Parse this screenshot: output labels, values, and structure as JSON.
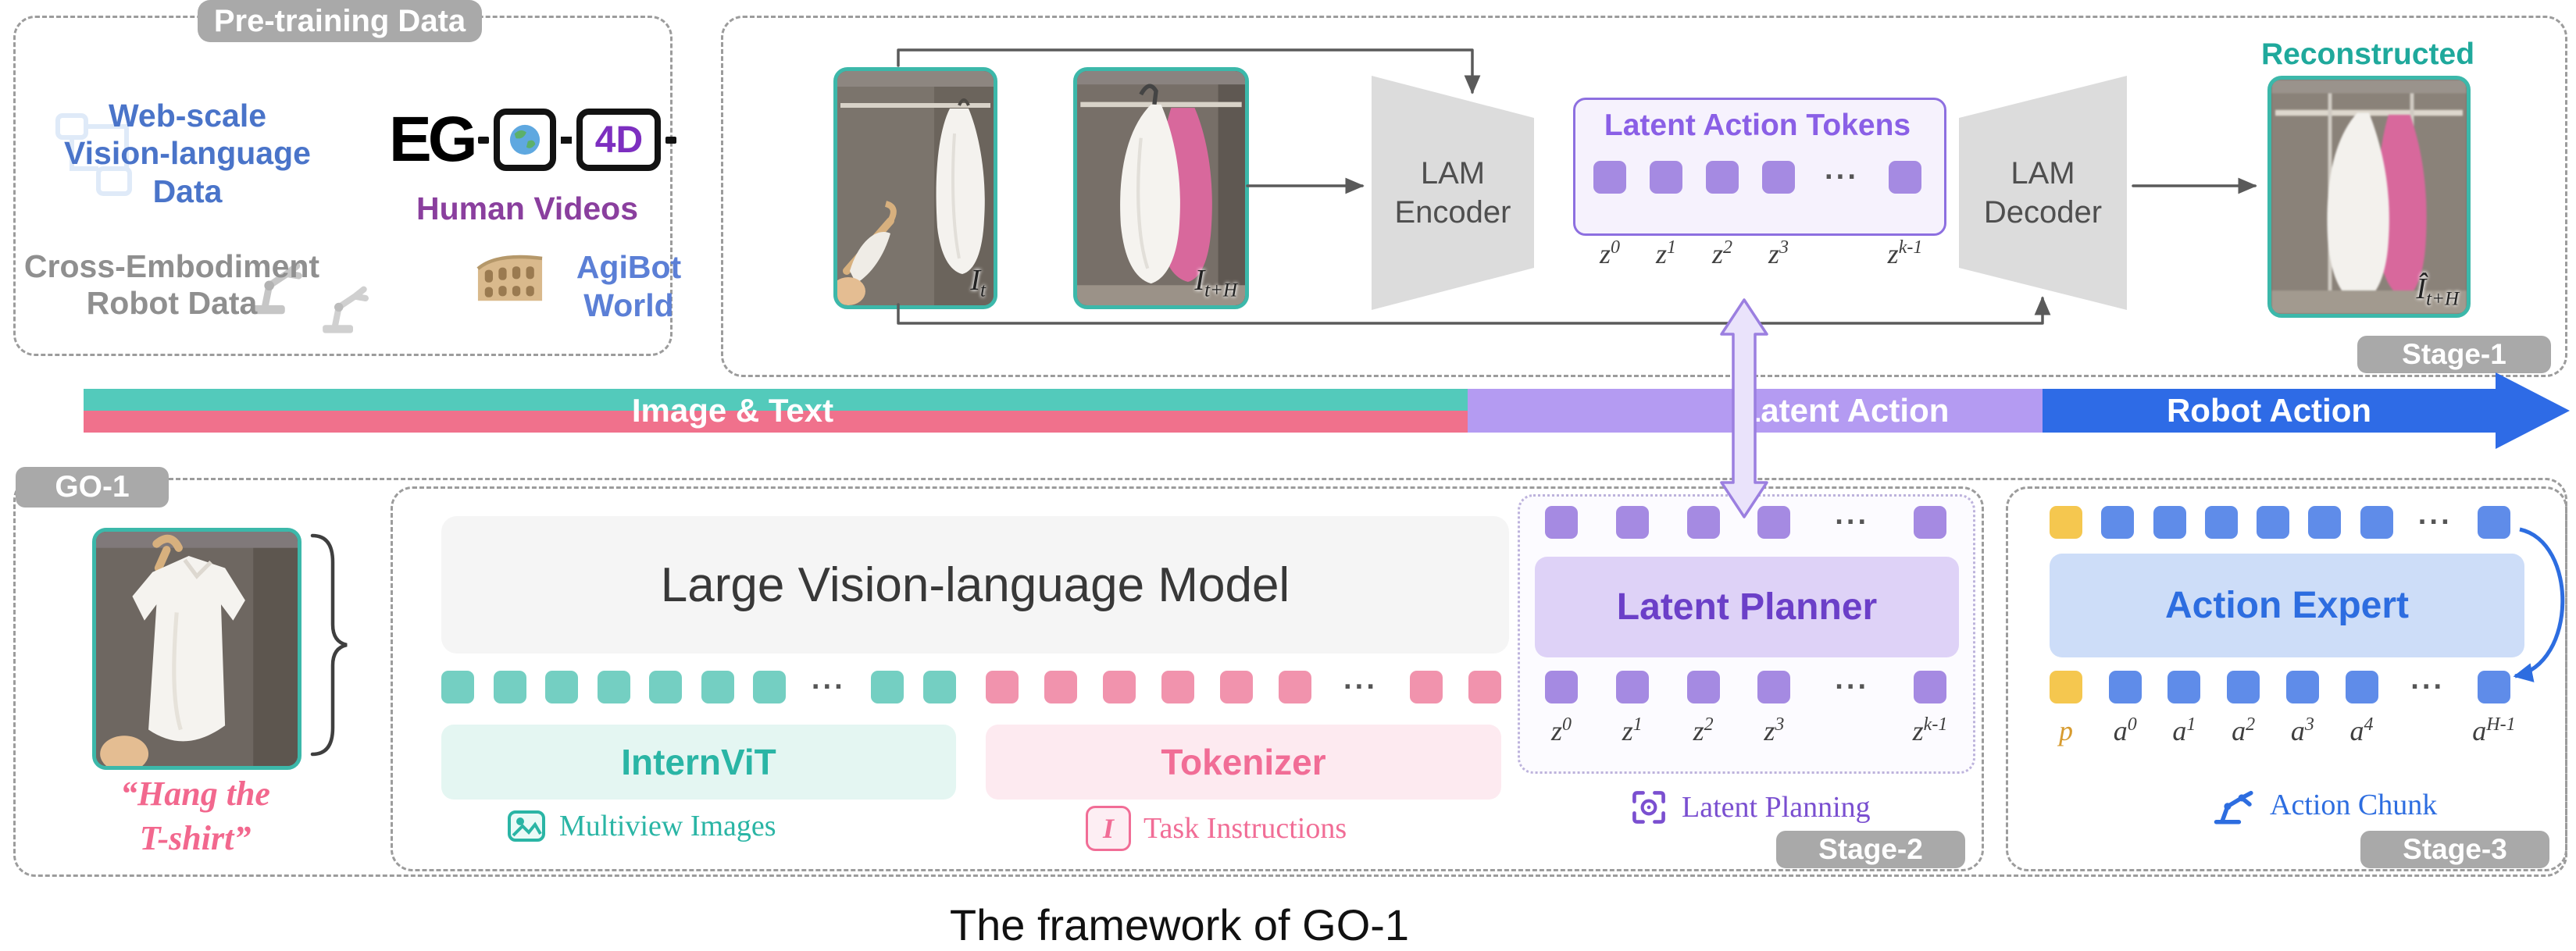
{
  "ui": {
    "dots": "···"
  },
  "colors": {
    "teal": "#3cb8aa",
    "pink": "#f0718c",
    "purple": "#8d6fe0",
    "blue": "#2e6be6",
    "yellow": "#f5c74f",
    "pill_gray": "#a9a9a9"
  },
  "caption": "The framework of GO-1",
  "pretraining": {
    "title": "Pre-training Data",
    "web_scale": [
      "Web-scale",
      "Vision-language",
      "Data"
    ],
    "ego_prefix": "EG",
    "ego_4d": "4D",
    "human_videos": "Human Videos",
    "cross_embodiment": [
      "Cross-Embodiment",
      "Robot Data"
    ],
    "agibot": [
      "AgiBot",
      "World"
    ]
  },
  "stage1": {
    "label": "Stage-1",
    "encoder": [
      "LAM",
      "Encoder"
    ],
    "decoder": [
      "LAM",
      "Decoder"
    ],
    "latent_tokens_title": "Latent Action Tokens",
    "reconstructed": "Reconstructed",
    "img1_label": {
      "base": "I",
      "sub": "t"
    },
    "img2_label": {
      "base": "I",
      "sub": "t+H"
    },
    "recon_label": {
      "base": "Î",
      "sub": "t+H"
    },
    "tokens": [
      {
        "color": "purple",
        "count": 4
      },
      {
        "dots": true
      },
      {
        "color": "purple",
        "count": 1
      }
    ],
    "z_labels": [
      {
        "base": "z",
        "sub": "0"
      },
      {
        "base": "z",
        "sub": "1"
      },
      {
        "base": "z",
        "sub": "2"
      },
      {
        "base": "z",
        "sub": "3"
      },
      {
        "base": "z",
        "sub": "k-1"
      }
    ]
  },
  "flow_bar": {
    "segments": [
      "Image & Text",
      "Latent Action",
      "Robot Action"
    ]
  },
  "go1": {
    "label": "GO-1",
    "quote": [
      "“Hang the",
      "T-shirt”"
    ]
  },
  "stage2": {
    "label": "Stage-2",
    "lvlm": "Large Vision-language Model",
    "internvit": "InternViT",
    "tokenizer": "Tokenizer",
    "multiview": "Multiview Images",
    "task_instructions": "Task Instructions",
    "task_icon_letter": "I",
    "latent_planner": "Latent Planner",
    "latent_planning": "Latent Planning",
    "vision_tokens": [
      {
        "color": "teal",
        "count": 7
      },
      {
        "dots": true
      },
      {
        "color": "teal",
        "count": 2
      }
    ],
    "text_tokens": [
      {
        "color": "pink",
        "count": 6
      },
      {
        "dots": true
      },
      {
        "color": "pink",
        "count": 2
      }
    ],
    "planner_tokens_top": [
      {
        "color": "purple",
        "count": 4
      },
      {
        "dots": true
      },
      {
        "color": "purple",
        "count": 1
      }
    ],
    "planner_tokens_bottom": [
      {
        "color": "purple",
        "count": 4
      },
      {
        "dots": true
      },
      {
        "color": "purple",
        "count": 1
      }
    ],
    "z_labels": [
      {
        "base": "z",
        "sub": "0"
      },
      {
        "base": "z",
        "sub": "1"
      },
      {
        "base": "z",
        "sub": "2"
      },
      {
        "base": "z",
        "sub": "3"
      },
      {
        "base": "z",
        "sub": "k-1"
      }
    ]
  },
  "stage3": {
    "label": "Stage-3",
    "action_expert": "Action Expert",
    "action_chunk": "Action Chunk",
    "tokens_top": [
      {
        "color": "yellow",
        "count": 1
      },
      {
        "color": "blue",
        "count": 6
      },
      {
        "dots": true
      },
      {
        "color": "blue",
        "count": 1
      }
    ],
    "tokens_bottom": [
      {
        "color": "yellow",
        "count": 1
      },
      {
        "color": "blue",
        "count": 5
      },
      {
        "dots": true
      },
      {
        "color": "blue",
        "count": 1
      }
    ],
    "token_labels": [
      {
        "base": "p",
        "sub": ""
      },
      {
        "base": "a",
        "sub": "0"
      },
      {
        "base": "a",
        "sub": "1"
      },
      {
        "base": "a",
        "sub": "2"
      },
      {
        "base": "a",
        "sub": "3"
      },
      {
        "base": "a",
        "sub": "4"
      },
      {
        "base": "a",
        "sub": "H-1"
      }
    ]
  }
}
